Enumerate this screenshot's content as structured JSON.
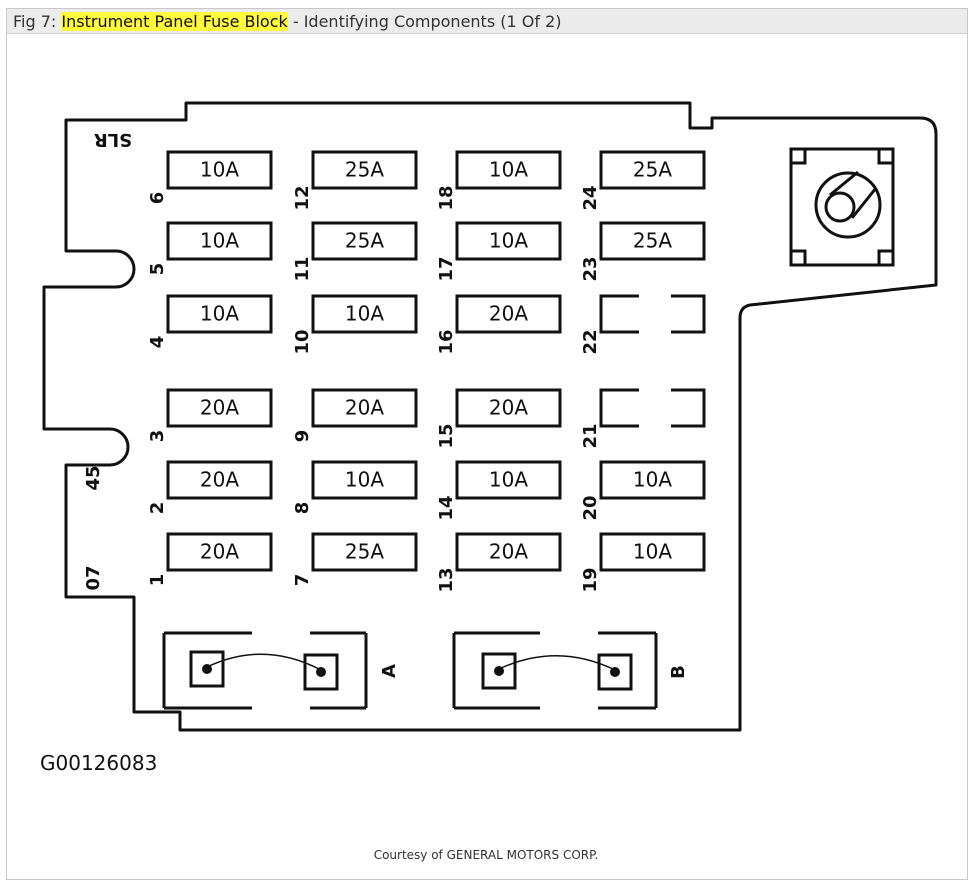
{
  "header": {
    "fig_label": "Fig 7: ",
    "title_highlight": "Instrument Panel Fuse Block",
    "title_rest": " - Identifying Components (1 Of 2)"
  },
  "block": {
    "slr_label": "SLR",
    "left_label_45": "45",
    "left_label_07": "07",
    "fuses": [
      {
        "num": "6",
        "rating": "10A"
      },
      {
        "num": "12",
        "rating": "25A"
      },
      {
        "num": "18",
        "rating": "10A"
      },
      {
        "num": "24",
        "rating": "25A"
      },
      {
        "num": "5",
        "rating": "10A"
      },
      {
        "num": "11",
        "rating": "25A"
      },
      {
        "num": "17",
        "rating": "10A"
      },
      {
        "num": "23",
        "rating": "25A"
      },
      {
        "num": "4",
        "rating": "10A"
      },
      {
        "num": "10",
        "rating": "10A"
      },
      {
        "num": "16",
        "rating": "20A"
      },
      {
        "num": "22",
        "rating": ""
      },
      {
        "num": "3",
        "rating": "20A"
      },
      {
        "num": "9",
        "rating": "20A"
      },
      {
        "num": "15",
        "rating": "20A"
      },
      {
        "num": "21",
        "rating": ""
      },
      {
        "num": "2",
        "rating": "20A"
      },
      {
        "num": "8",
        "rating": "10A"
      },
      {
        "num": "14",
        "rating": "10A"
      },
      {
        "num": "20",
        "rating": "10A"
      },
      {
        "num": "1",
        "rating": "20A"
      },
      {
        "num": "7",
        "rating": "25A"
      },
      {
        "num": "13",
        "rating": "20A"
      },
      {
        "num": "19",
        "rating": "10A"
      }
    ],
    "relays": [
      {
        "label": "A"
      },
      {
        "label": "B"
      }
    ]
  },
  "figure_id": "G00126083",
  "courtesy": "Courtesy of GENERAL MOTORS CORP."
}
